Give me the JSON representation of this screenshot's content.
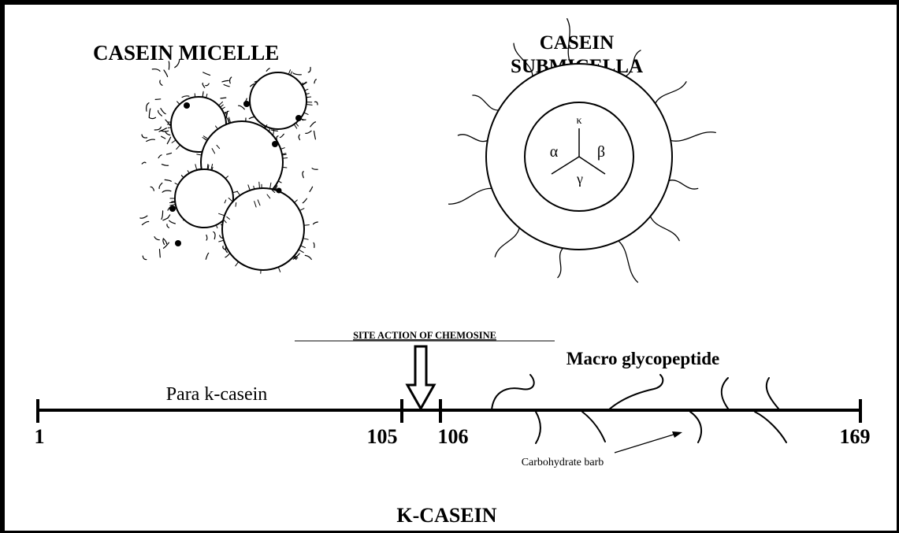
{
  "titles": {
    "micelle": "CASEIN MICELLE",
    "submicelle_line1": "CASEIN",
    "submicelle_line2": "SUBMICELLA",
    "kcasein": "K-CASEIN"
  },
  "submicelle": {
    "kappa": "κ",
    "alpha": "α",
    "beta": "β",
    "gamma": "γ"
  },
  "chain": {
    "site_label": "SITE ACTION OF CHEMOSINE",
    "para_label": "Para k-casein",
    "macro_label": "Macro glycopeptide",
    "carb_label": "Carbohydrate barb",
    "tick_1": "1",
    "tick_105": "105",
    "tick_106": "106",
    "tick_169": "169"
  }
}
